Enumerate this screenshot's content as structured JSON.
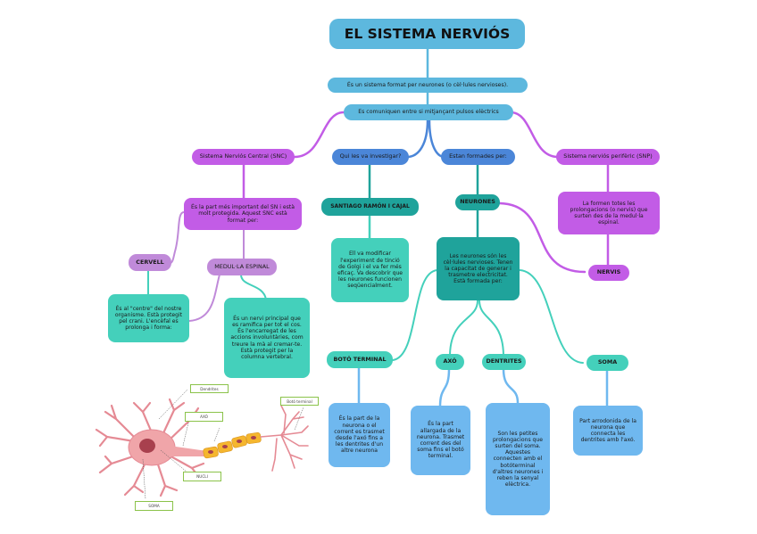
{
  "title": "EL SISTEMA NERVIÓS",
  "intro": "És un sistema format per neurones (o cèl·lules nervioses).",
  "communication": "Es comuniquen entre si mitjançant pulsos elèctrics",
  "branches": {
    "snc": {
      "label": "Sistema Nerviós Central (SNC)",
      "description": "És la part més important del SN i està molt protegida. Aquest SNC està format per:",
      "cervell": {
        "label": "CERVELL",
        "description": "És al \"centre\" del nostre organisme. Està protegit pel crani. L'encèfal es prolonga i forma:"
      },
      "medulla": {
        "label": "MEDUL·LA ESPINAL",
        "description": "És un nervi principal que es ramifica per tot el cos. És l'encarregat de les accions involuntàries, com treure la mà al cremar-te. Està protegit per la columna vertebral."
      }
    },
    "investigator": {
      "label": "Qui les va investigar?",
      "name": "SANTIAGO RAMÓN I CAJAL",
      "description": "Ell va modificar l'experiment de tinció de Golgi i el va fer més eficaç. Va descobrir que les neurones funcionen seqüencialment."
    },
    "formed": {
      "label": "Estan formades per:",
      "neurones": {
        "label": "NEURONES",
        "description": "Les neurones són les cèl·lules nervioses. Tenen la capacitat de generar i trasmetre electricitat. Està formada per:"
      },
      "parts": {
        "boto": {
          "label": "BOTÓ TERMINAL",
          "description": "És la part de la neurona o el corrent es trasmet desde l'axó fins a les dentrites d'un altre neurona"
        },
        "axo": {
          "label": "AXÓ",
          "description": "És la part allargada de la neurona. Trasmet corrent des del soma fins el botó terminal."
        },
        "dentrites": {
          "label": "DENTRITES",
          "description": "Son les petites prolongacions que surten del soma. Aquestes connecten amb el botóterminal d'altres neurones i reben la senyal elèctrica."
        },
        "soma": {
          "label": "SOMA",
          "description": "Part arrodonida de la neurona que connecta les dentrites amb l'axó."
        }
      }
    },
    "snp": {
      "label": "Sistema nerviós perifèric (SNP)",
      "description": "La formen totes les prolongacions (o nervis) que surten des de la medul·la espinal.",
      "nervis": "NERVIS"
    }
  },
  "neuron_image": {
    "labels": {
      "dendrites": "Dendrites",
      "axo": "AXÓ",
      "boto": "Botó terminal",
      "nucli": "NUCLI",
      "soma": "SOMA"
    }
  },
  "colors": {
    "title": "#5db8de",
    "purple": "#c25ce6",
    "lilac": "#c08ad9",
    "royal_blue": "#4b86d8",
    "teal_dark": "#1fa39b",
    "teal_light": "#44d0bb",
    "sky": "#6fb8ef"
  }
}
